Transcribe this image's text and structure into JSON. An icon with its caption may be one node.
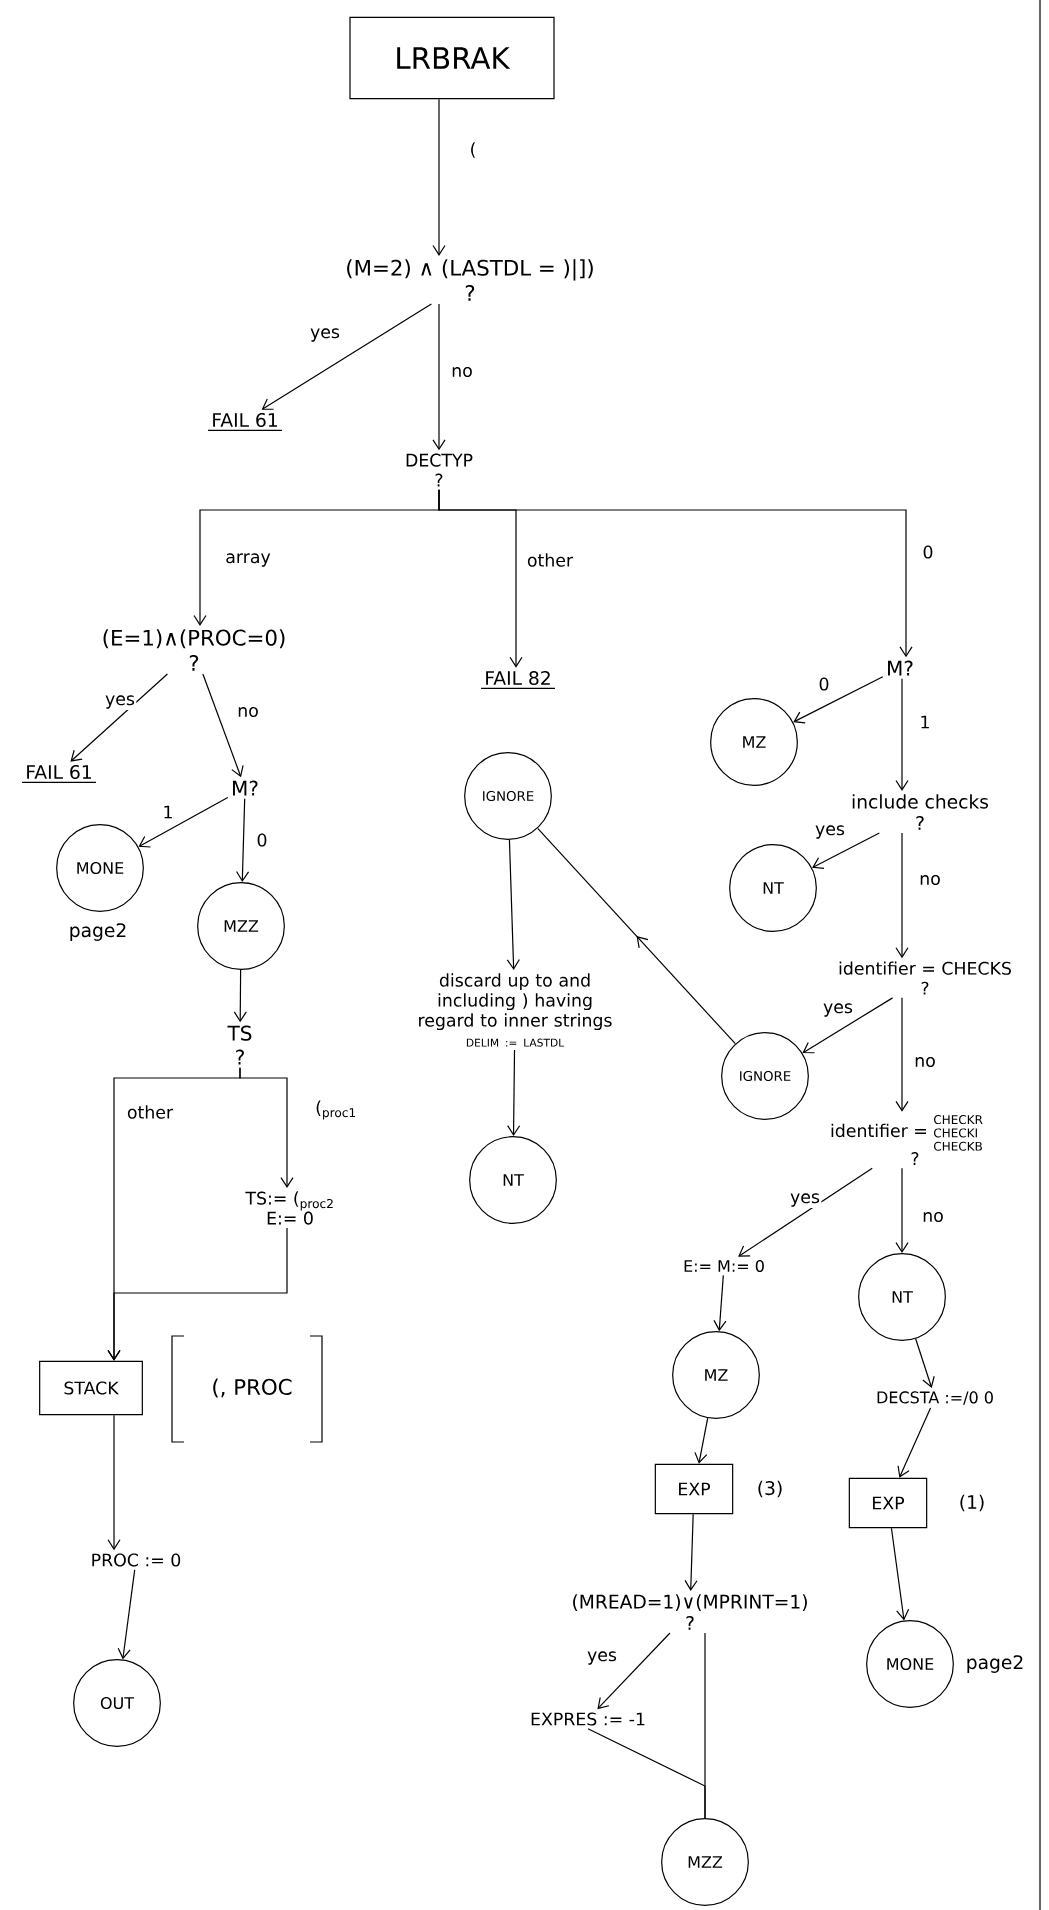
{
  "diagram": {
    "nodes": [
      {
        "text": [
          "LRBRAK"
        ]
      },
      {
        "text": [
          "(M=2) ∧ (LASTDL = )|])",
          "?"
        ]
      },
      {
        "text": [
          "FAIL 61"
        ]
      },
      {
        "text": [
          "DECTYP",
          "?"
        ]
      },
      {
        "text": [
          "(E=1)∧(PROC=0)",
          "?"
        ]
      },
      {
        "text": [
          "FAIL 82"
        ]
      },
      {
        "text": [
          "M?"
        ]
      },
      {
        "text": [
          "FAIL 61"
        ]
      },
      {
        "text": [
          "M?"
        ]
      },
      {
        "text": [
          "MZ"
        ]
      },
      {
        "text": [
          "IGNORE"
        ]
      },
      {
        "text": [
          "include checks",
          "?"
        ]
      },
      {
        "text": [
          "MONE"
        ],
        "beside": [
          "page2"
        ]
      },
      {
        "text": [
          "MZZ"
        ]
      },
      {
        "text": [
          "NT"
        ]
      },
      {
        "text": [
          "discard up to and including ) having regard to inner strings",
          "DELIM := LASTDL"
        ]
      },
      {
        "text": [
          "identifier = CHECKS",
          "?"
        ]
      },
      {
        "text": [
          "IGNORE"
        ]
      },
      {
        "text": [
          "TS",
          "?"
        ]
      },
      {
        "text": [
          "identifier =",
          "CHECKR CHECKI CHECKB",
          "?"
        ]
      },
      {
        "text": [
          "NT"
        ]
      },
      {
        "text": [
          "TS:= ($_{proc2}$",
          "E:= 0"
        ]
      },
      {
        "text": [
          "E:= M:= 0"
        ]
      },
      {
        "text": [
          "NT"
        ]
      },
      {
        "text": [
          "STACK"
        ],
        "beside": [
          "(, PROC"
        ]
      },
      {
        "text": [
          "MZ"
        ]
      },
      {
        "text": [
          "DECSTA :=/0 0"
        ]
      },
      {
        "text": [
          "EXP"
        ],
        "beside": [
          "(3)"
        ]
      },
      {
        "text": [
          "EXP"
        ],
        "beside": [
          "(1)"
        ]
      },
      {
        "text": [
          "PROC := 0"
        ]
      },
      {
        "text": [
          "(MREAD=1)∨(MPRINT=1)",
          "?"
        ]
      },
      {
        "text": [
          "MONE"
        ],
        "beside": [
          "page2"
        ]
      },
      {
        "text": [
          "OUT"
        ]
      },
      {
        "text": [
          "EXPRES := -1"
        ]
      },
      {
        "text": [
          "MZZ"
        ]
      }
    ],
    "edges": [
      {
        "from": 0,
        "to": 1,
        "arrow": "to",
        "label": "("
      },
      {
        "from": 1,
        "to": 2,
        "arrow": "to",
        "label": "yes"
      },
      {
        "from": 1,
        "to": 3,
        "arrow": "to",
        "label": "no"
      },
      {
        "from": 3,
        "to": 4,
        "arrow": "to",
        "label": "array"
      },
      {
        "from": 3,
        "to": 5,
        "arrow": "to",
        "label": "other"
      },
      {
        "from": 3,
        "to": 6,
        "arrow": "to",
        "label": "0"
      },
      {
        "from": 4,
        "to": 7,
        "arrow": "to",
        "label": "yes"
      },
      {
        "from": 4,
        "to": 8,
        "arrow": "to",
        "label": "no"
      },
      {
        "from": 6,
        "to": 9,
        "arrow": "to",
        "label": "0"
      },
      {
        "from": 6,
        "to": 11,
        "arrow": "to",
        "label": "1"
      },
      {
        "from": 8,
        "to": 12,
        "arrow": "to",
        "label": "1"
      },
      {
        "from": 8,
        "to": 13,
        "arrow": "to",
        "label": "0"
      },
      {
        "from": 11,
        "to": 14,
        "arrow": "to",
        "label": "yes"
      },
      {
        "from": 11,
        "to": 16,
        "arrow": "to",
        "label": "no"
      },
      {
        "from": 10,
        "to": 15,
        "arrow": "to"
      },
      {
        "from": 15,
        "to": 20,
        "arrow": "to"
      },
      {
        "from": 17,
        "to": 10,
        "arrow": "to"
      },
      {
        "from": 16,
        "to": 17,
        "arrow": "to",
        "label": "yes"
      },
      {
        "from": 16,
        "to": 19,
        "arrow": "to",
        "label": "no"
      },
      {
        "from": 13,
        "to": 18,
        "arrow": "to"
      },
      {
        "from": 18,
        "to": 21,
        "arrow": "to",
        "label": "($_{proc1}$"
      },
      {
        "from": 18,
        "to": 24,
        "arrow": "to",
        "label": "other"
      },
      {
        "from": 21,
        "to": 24,
        "arrow": "to"
      },
      {
        "from": 19,
        "to": 22,
        "arrow": "to",
        "label": "yes"
      },
      {
        "from": 19,
        "to": 23,
        "arrow": "to",
        "label": "no"
      },
      {
        "from": 22,
        "to": 25,
        "arrow": "to"
      },
      {
        "from": 23,
        "to": 26,
        "arrow": "to"
      },
      {
        "from": 25,
        "to": 27,
        "arrow": "to"
      },
      {
        "from": 26,
        "to": 28,
        "arrow": "to"
      },
      {
        "from": 24,
        "to": 29,
        "arrow": "to"
      },
      {
        "from": 28,
        "to": 31,
        "arrow": "to"
      },
      {
        "from": 27,
        "to": 30,
        "arrow": "to"
      },
      {
        "from": 29,
        "to": 32,
        "arrow": "to"
      },
      {
        "from": 30,
        "to": 33,
        "arrow": "to",
        "label": "yes"
      },
      {
        "from": 30,
        "to": 34,
        "arrow": "none"
      },
      {
        "from": 33,
        "to": 34,
        "arrow": "none"
      }
    ]
  }
}
